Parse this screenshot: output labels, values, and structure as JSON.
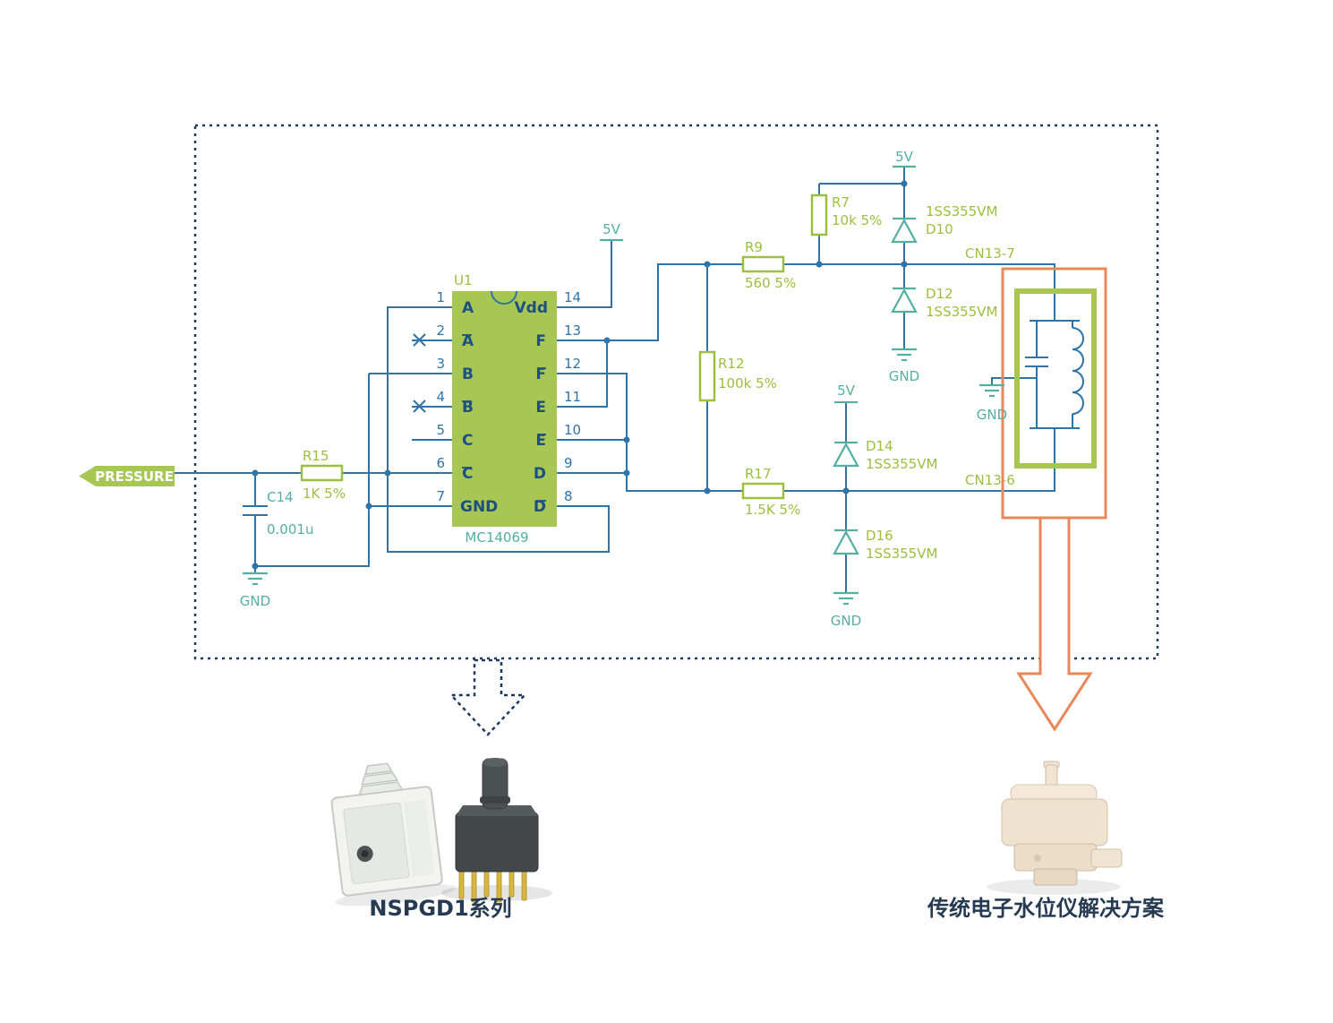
{
  "colors": {
    "wire_blue": "#2E74A8",
    "component_green": "#A8C653",
    "label_green": "#9CBF3E",
    "teal": "#54AEA2",
    "border_navy": "#1E3A5F",
    "highlight_orange": "#E8885A"
  },
  "schematic": {
    "pressure_tag": "PRESSURE",
    "v5": "5V",
    "gnd": "GND",
    "u1": {
      "ref": "U1",
      "part": "MC14069",
      "left_pins": [
        {
          "num": "1",
          "label": "A"
        },
        {
          "num": "2",
          "label": "A"
        },
        {
          "num": "3",
          "label": "B"
        },
        {
          "num": "4",
          "label": "B"
        },
        {
          "num": "5",
          "label": "C"
        },
        {
          "num": "6",
          "label": "C"
        },
        {
          "num": "7",
          "label": "GND"
        }
      ],
      "right_pins": [
        {
          "num": "14",
          "label": "Vdd"
        },
        {
          "num": "13",
          "label": "F"
        },
        {
          "num": "12",
          "label": "F"
        },
        {
          "num": "11",
          "label": "E"
        },
        {
          "num": "10",
          "label": "E"
        },
        {
          "num": "9",
          "label": "D"
        },
        {
          "num": "8",
          "label": "D"
        }
      ]
    },
    "r15": {
      "ref": "R15",
      "value": "1K 5%"
    },
    "c14": {
      "ref": "C14",
      "value": "0.001u"
    },
    "r9": {
      "ref": "R9",
      "value": "560 5%"
    },
    "r7": {
      "ref": "R7",
      "value": "10k 5%"
    },
    "r12": {
      "ref": "R12",
      "value": "100k 5%"
    },
    "r17": {
      "ref": "R17",
      "value": "1.5K 5%"
    },
    "d10": {
      "part": "1SS355VM",
      "ref": "D10"
    },
    "d12": {
      "ref": "D12",
      "part": "1SS355VM"
    },
    "d14": {
      "ref": "D14",
      "part": "1SS355VM"
    },
    "d16": {
      "ref": "D16",
      "part": "1SS355VM"
    },
    "cn13_7": "CN13-7",
    "cn13_6": "CN13-6"
  },
  "captions": {
    "left": "NSPGD1系列",
    "right": "传统电子水位仪解决方案"
  }
}
